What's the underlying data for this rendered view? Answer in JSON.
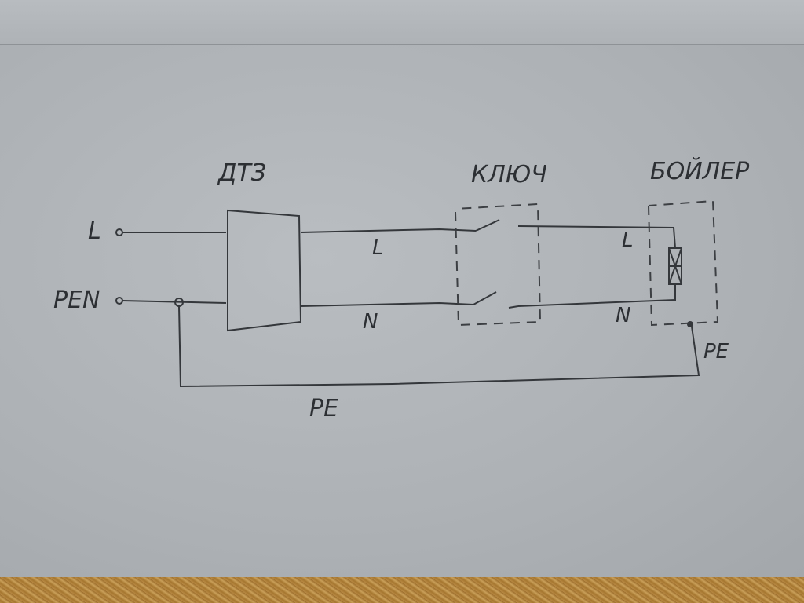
{
  "labels": {
    "dtz": "ДТЗ",
    "switch": "КЛЮЧ",
    "boiler": "БОЙЛЕР",
    "input_l": "L",
    "input_pen": "PEN",
    "wire_l": "L",
    "wire_n": "N",
    "boiler_l": "L",
    "boiler_n": "N",
    "boiler_pe": "PE",
    "pe_bottom": "PE"
  }
}
